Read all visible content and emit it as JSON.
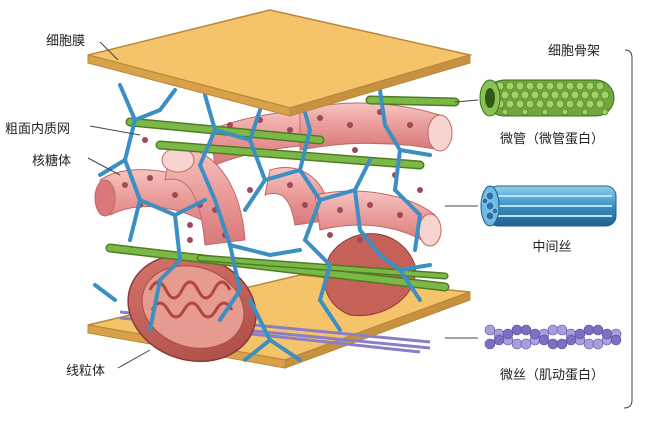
{
  "labels": {
    "cell_membrane": "细胞膜",
    "rough_er": "粗面内质网",
    "ribosome": "核糖体",
    "mitochondrion": "线粒体",
    "cytoskeleton": "细胞骨架",
    "microtubule": "微管（微管蛋白）",
    "intermediate_filament": "中间丝",
    "microfilament": "微丝（肌动蛋白）"
  },
  "colors": {
    "membrane": "#f5c46a",
    "membrane_edge": "#b8893a",
    "er": "#e99a98",
    "er_light": "#f8d4d0",
    "ribosome": "#9c4a58",
    "intermediate": "#4fa3cf",
    "microtubule": "#6fa83c",
    "microfilament": "#8a7fc4",
    "mitochondrion": "#c6615a"
  }
}
